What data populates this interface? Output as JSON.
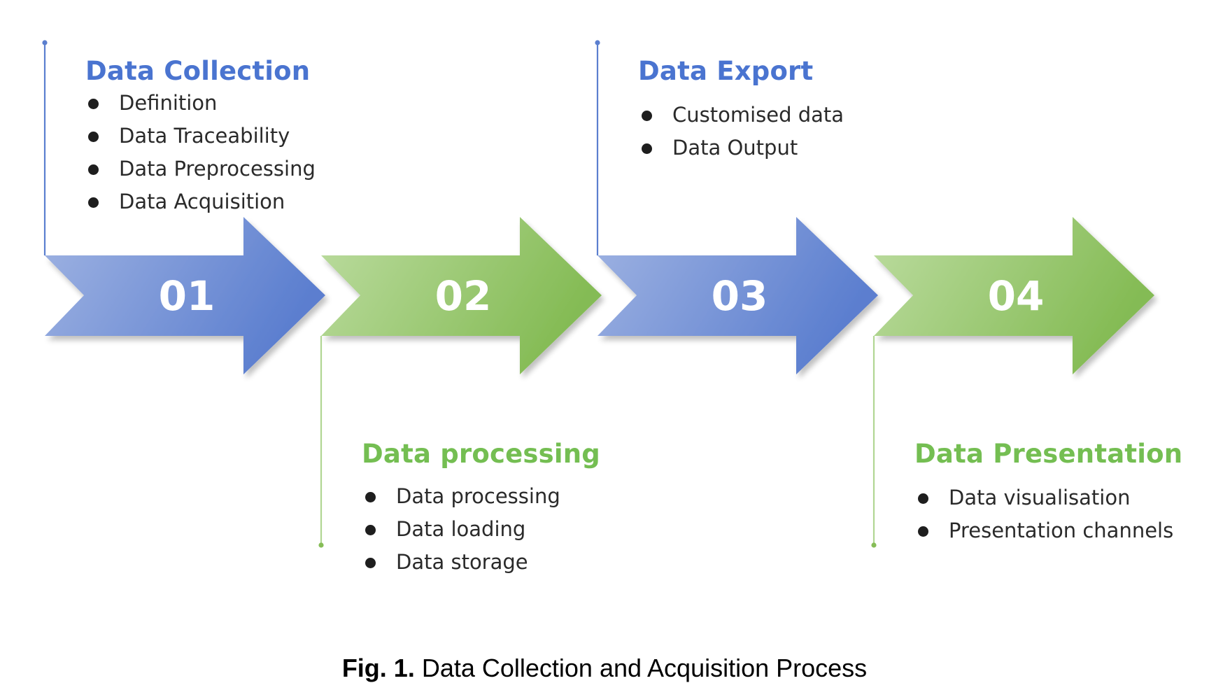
{
  "colors": {
    "blue_dark": "#5b7fcf",
    "blue_light": "#94abde",
    "green_dark": "#86bd57",
    "green_light": "#b1d693",
    "blue_text": "#4a74d0",
    "green_text": "#74be52",
    "bullet_text": "#2a2a2a"
  },
  "steps": [
    {
      "number": "01",
      "color": "blue",
      "title": "Data Collection",
      "callout_side": "top",
      "items": [
        "Definition",
        "Data Traceability",
        "Data Preprocessing",
        "Data Acquisition"
      ]
    },
    {
      "number": "02",
      "color": "green",
      "title": "Data processing",
      "callout_side": "bottom",
      "items": [
        "Data processing",
        "Data loading",
        "Data storage"
      ]
    },
    {
      "number": "03",
      "color": "blue",
      "title": "Data Export",
      "callout_side": "top",
      "items": [
        "Customised data",
        "Data Output"
      ]
    },
    {
      "number": "04",
      "color": "green",
      "title": "Data Presentation",
      "callout_side": "bottom",
      "items": [
        "Data visualisation",
        "Presentation channels"
      ]
    }
  ],
  "caption": {
    "label": "Fig. 1.",
    "text": " Data Collection and Acquisition Process"
  }
}
